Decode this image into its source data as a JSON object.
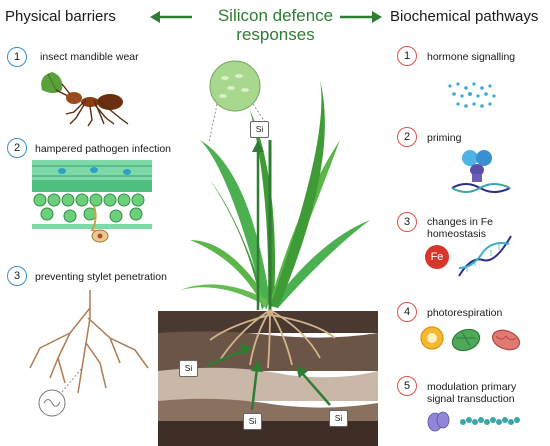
{
  "title": "Silicon defence responses",
  "title_line1": "Silicon defence",
  "title_line2": "responses",
  "left_heading": "Physical barriers",
  "right_heading": "Biochemical pathways",
  "physical_barriers": [
    {
      "number": "1",
      "label": "insect mandible wear"
    },
    {
      "number": "2",
      "label": "hampered pathogen infection"
    },
    {
      "number": "3",
      "label": "preventing stylet penetration"
    }
  ],
  "biochemical_pathways": [
    {
      "number": "1",
      "label_lines": [
        "hormone signalling"
      ]
    },
    {
      "number": "2",
      "label_lines": [
        "priming"
      ]
    },
    {
      "number": "3",
      "label_lines": [
        "changes in Fe",
        "homeostasis"
      ]
    },
    {
      "number": "4",
      "label_lines": [
        "photorespiration"
      ]
    },
    {
      "number": "5",
      "label_lines": [
        "modulation primary",
        "signal transduction"
      ]
    }
  ],
  "si_label": "Si",
  "fe_label": "Fe",
  "colors": {
    "title_green": "#2e7d32",
    "circle_blue": "#3a8fd0",
    "circle_red": "#d9534f",
    "leaf_green": "#4caf50",
    "root_tan": "#c8a27a"
  }
}
